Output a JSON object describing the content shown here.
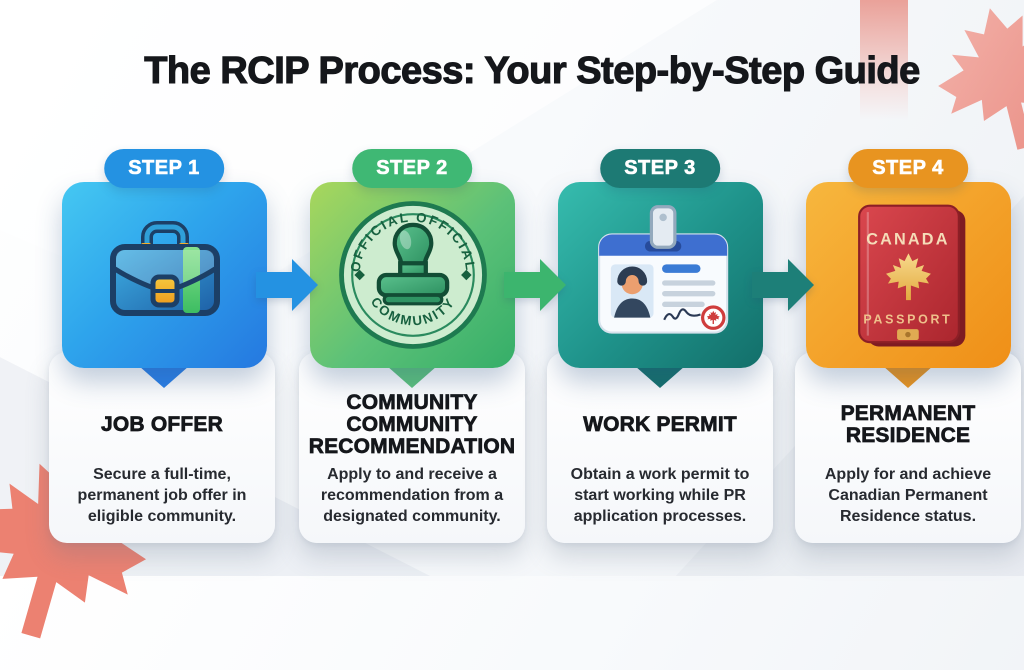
{
  "title": "The RCIP Process: Your Step-by-Step Guide",
  "steps": [
    {
      "badge": "STEP 1",
      "icon": "briefcase-icon",
      "heading": "JOB OFFER",
      "description": "Secure a full-time, permanent job offer in eligible community.",
      "accent_color": "#2492e2",
      "card_gradient": [
        "#45c8f2",
        "#2578e0"
      ]
    },
    {
      "badge": "STEP 2",
      "icon": "community-stamp-icon",
      "heading": "COMMUNITY COMMUNITY RECOMMENDATION",
      "description": "Apply to and receive a recommendation from a designated community.",
      "accent_color": "#3fb874",
      "card_gradient": [
        "#a9d75c",
        "#35ae68"
      ],
      "stamp_text": {
        "arc_top_left": "OFFICIAL",
        "arc_top_right": "OFFICIAL",
        "arc_bottom": "COMMUNITY"
      }
    },
    {
      "badge": "STEP 3",
      "icon": "id-card-icon",
      "heading": "WORK PERMIT",
      "description": "Obtain a work permit to start working while PR application processes.",
      "accent_color": "#1d7a74",
      "card_gradient": [
        "#36bcae",
        "#136f6a"
      ]
    },
    {
      "badge": "STEP 4",
      "icon": "passport-icon",
      "heading": "PERMANENT RESIDENCE",
      "description": "Apply for and achieve Canadian Permanent Residence status.",
      "accent_color": "#e89420",
      "card_gradient": [
        "#f7b73e",
        "#ef8f17"
      ],
      "passport_text": {
        "country": "CANADA",
        "doc_type": "PASSPORT"
      }
    }
  ],
  "arrow_colors": [
    "#2492e2",
    "#3cb56e",
    "#1d7f78"
  ]
}
